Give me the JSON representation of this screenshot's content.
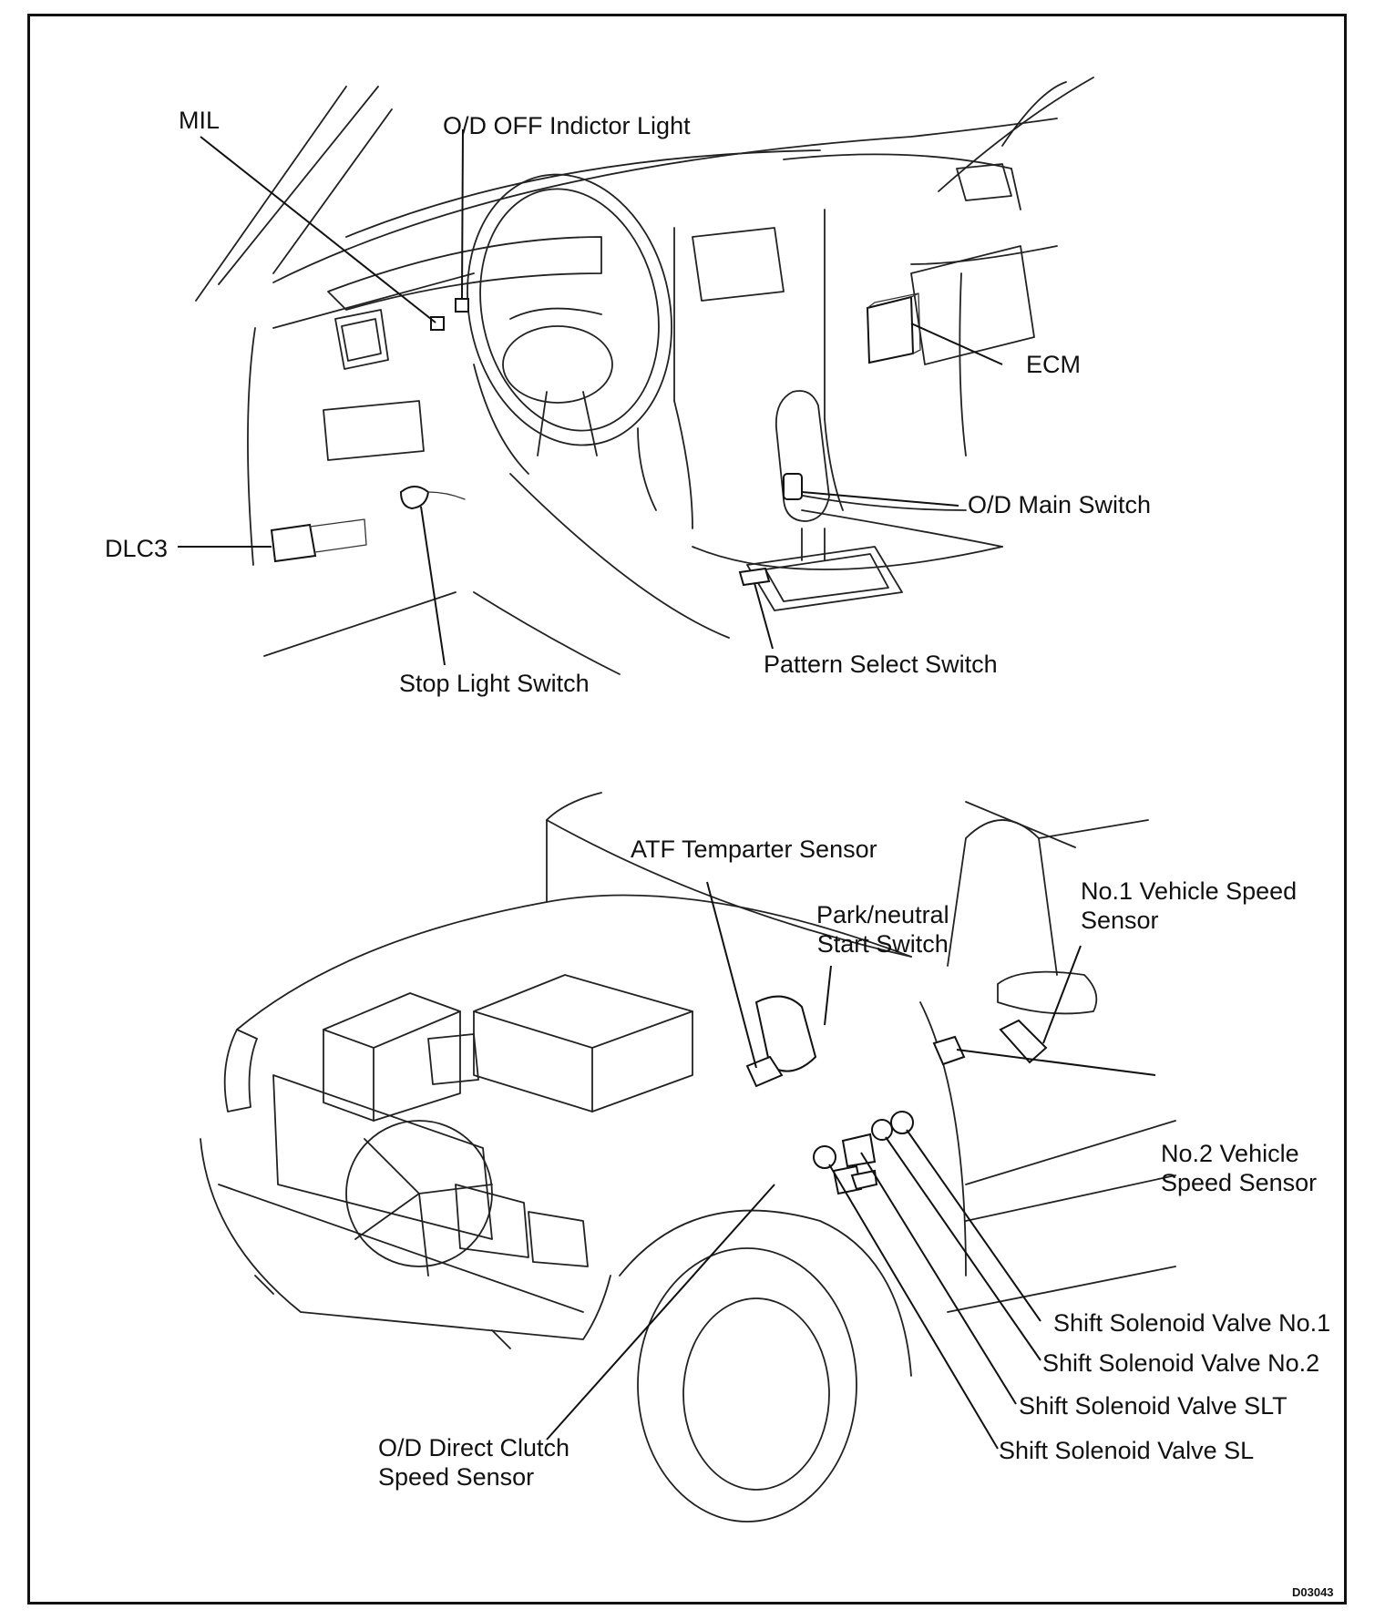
{
  "figure_code": "D03043",
  "dashboard_view": {
    "labels": {
      "mil": "MIL",
      "od_off_indicator": "O/D OFF Indictor Light",
      "ecm": "ECM",
      "od_main_switch": "O/D Main Switch",
      "dlc3": "DLC3",
      "stop_light_switch": "Stop Light Switch",
      "pattern_select_switch": "Pattern Select Switch"
    }
  },
  "engine_view": {
    "labels": {
      "atf_sensor": "ATF Temparter Sensor",
      "park_neutral_switch": "Park/neutral\nStart Switch",
      "no1_speed_sensor": "No.1 Vehicle Speed\nSensor",
      "no2_speed_sensor": "No.2 Vehicle\nSpeed Sensor",
      "ssv_no1": "Shift Solenoid Valve No.1",
      "ssv_no2": "Shift Solenoid Valve No.2",
      "ssv_slt": "Shift Solenoid Valve SLT",
      "ssv_sl": "Shift Solenoid Valve SL",
      "od_clutch_sensor": "O/D Direct Clutch\nSpeed Sensor"
    }
  }
}
